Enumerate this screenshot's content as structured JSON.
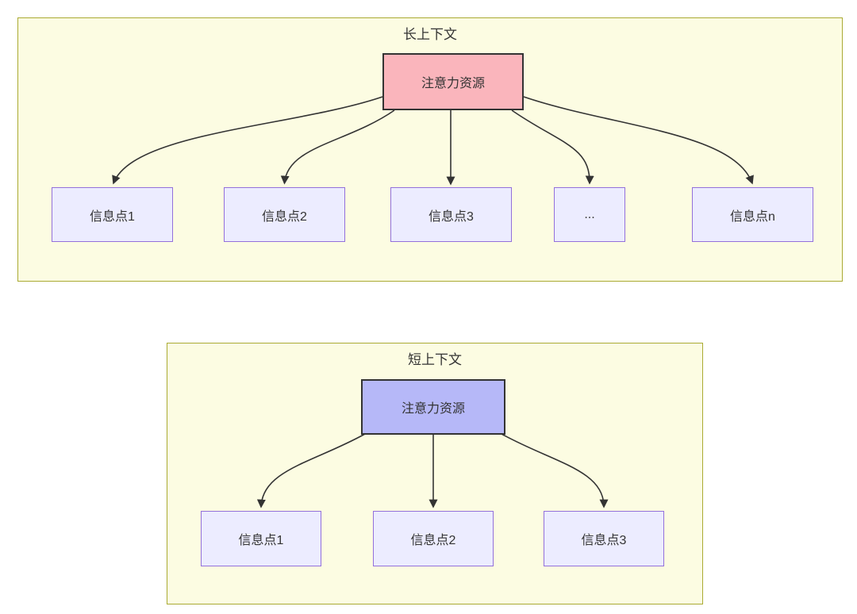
{
  "diagram": {
    "long_context": {
      "title": "长上下文",
      "attention_node": "注意力资源",
      "info_nodes": [
        "信息点1",
        "信息点2",
        "信息点3",
        "...",
        "信息点n"
      ]
    },
    "short_context": {
      "title": "短上下文",
      "attention_node": "注意力资源",
      "info_nodes": [
        "信息点1",
        "信息点2",
        "信息点3"
      ]
    },
    "colors": {
      "subgraph_fill": "#fcfce2",
      "subgraph_border": "#aaaa33",
      "attention_long_fill": "#fab5bc",
      "attention_short_fill": "#b6b8f8",
      "attention_border": "#333333",
      "info_fill": "#ececff",
      "info_border": "#9370db",
      "edge_color": "#333333"
    }
  }
}
